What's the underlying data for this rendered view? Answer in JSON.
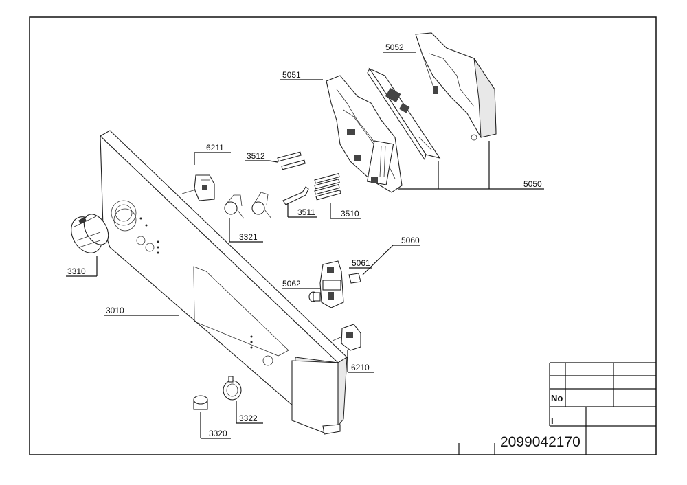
{
  "part_labels": {
    "p3010": "3010",
    "p3310": "3310",
    "p3320": "3320",
    "p3321": "3321",
    "p3322": "3322",
    "p3510": "3510",
    "p3511": "3511",
    "p3512": "3512",
    "p5050": "5050",
    "p5051": "5051",
    "p5052": "5052",
    "p5060": "5060",
    "p5061": "5061",
    "p5062": "5062",
    "p6210": "6210",
    "p6211": "6211"
  },
  "title_block": {
    "no_label": "No",
    "partial_char": "I",
    "drawing_number": "2099042170"
  }
}
